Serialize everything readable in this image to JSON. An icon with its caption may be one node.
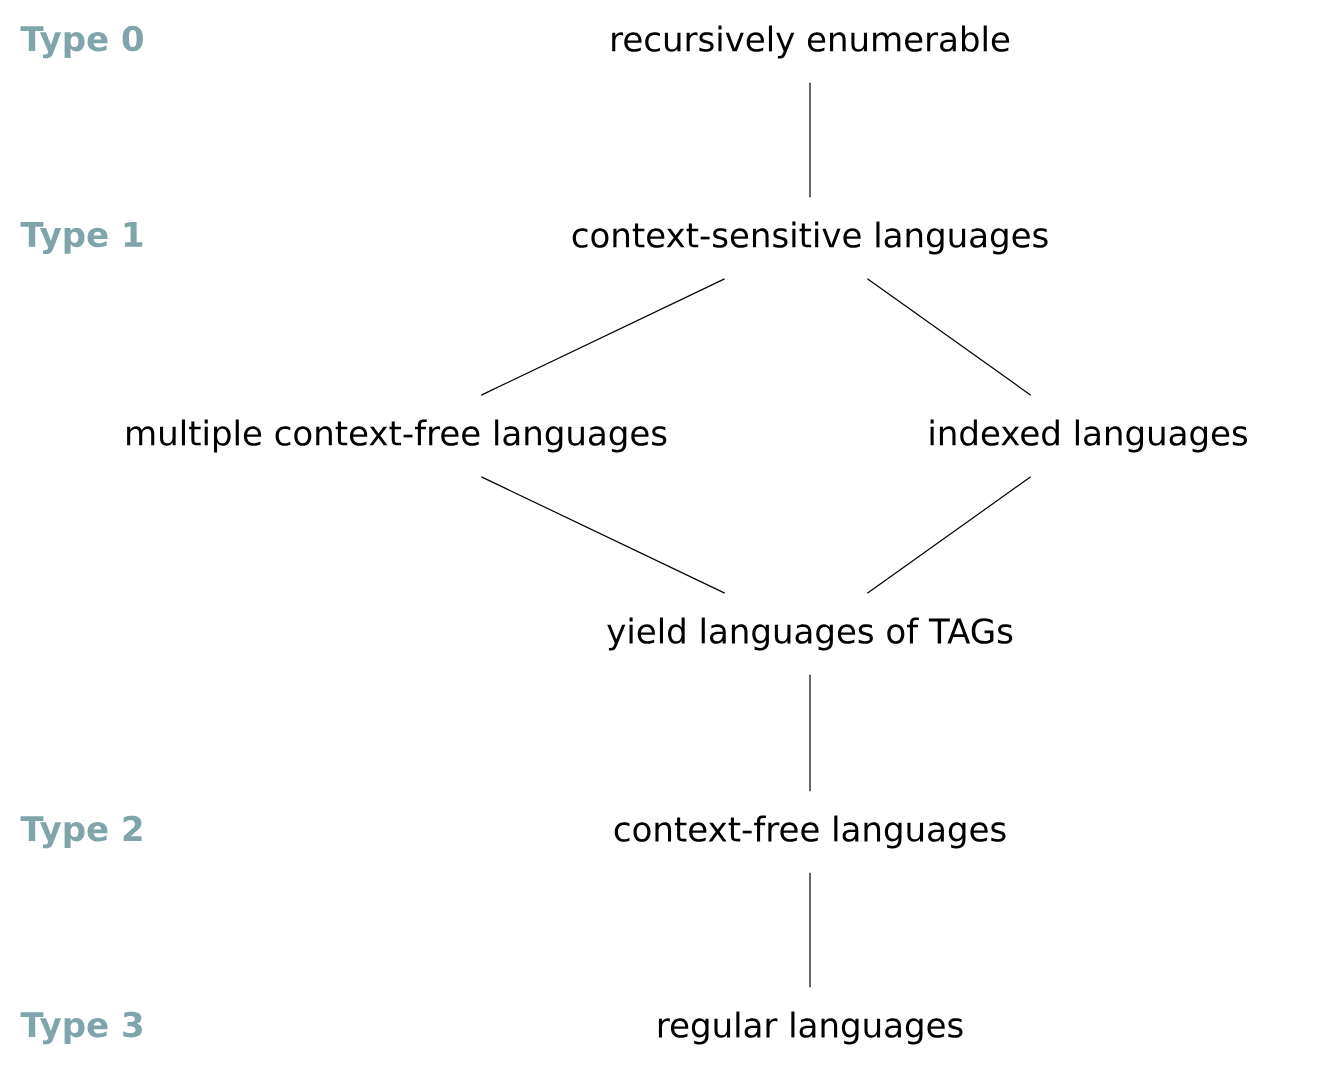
{
  "diagram": {
    "nodes": [
      {
        "text": [
          "recursively enumerable"
        ]
      },
      {
        "text": [
          "context-sensitive languages"
        ]
      },
      {
        "text": [
          "multiple context-free languages"
        ]
      },
      {
        "text": [
          "indexed languages"
        ]
      },
      {
        "text": [
          "yield languages of TAGs"
        ]
      },
      {
        "text": [
          "context-free languages"
        ]
      },
      {
        "text": [
          "regular languages"
        ]
      }
    ],
    "edges": [
      {
        "from": 0,
        "to": 1,
        "arrow": "none"
      },
      {
        "from": 1,
        "to": 2,
        "arrow": "none"
      },
      {
        "from": 1,
        "to": 3,
        "arrow": "none"
      },
      {
        "from": 2,
        "to": 4,
        "arrow": "none"
      },
      {
        "from": 3,
        "to": 4,
        "arrow": "none"
      },
      {
        "from": 4,
        "to": 5,
        "arrow": "none"
      },
      {
        "from": 5,
        "to": 6,
        "arrow": "none"
      }
    ],
    "labels": [
      "Type 0",
      "Type 1",
      "Type 2",
      "Type 3"
    ]
  }
}
